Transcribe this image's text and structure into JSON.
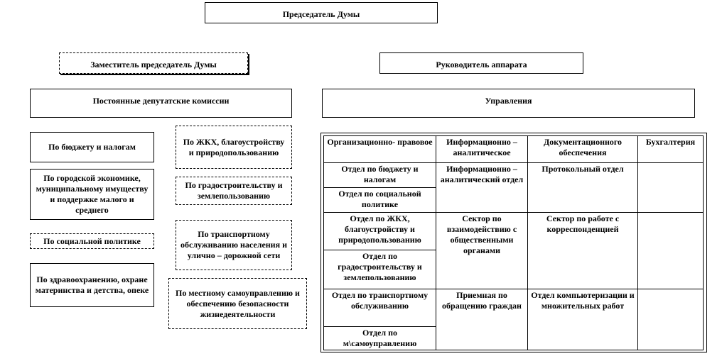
{
  "top": {
    "chair": "Председатель  Думы",
    "deputy": "Заместитель  председатель  Думы",
    "head_apparatus": "Руководитель  аппарата",
    "commissions": "Постоянные  депутатские  комиссии",
    "departments": "Управления"
  },
  "commissions_left": [
    "По  бюджету  и  налогам",
    "По  городской  экономике,  муниципальному  имуществу  и  поддержке  малого  и  среднего",
    "По  социальной  политике",
    "По  здравоохранению,  охране  материнства  и  детства,  опеке"
  ],
  "commissions_right": [
    "По  ЖКХ,  благоустройству  и  природопользованию",
    "По  градостроительству  и  землепользованию",
    "По  транспортному  обслуживанию  населения  и  улично  –  дорожной  сети",
    "По  местному  самоуправлению  и  обеспечению  безопасности  жизнедеятельности"
  ],
  "table": {
    "headers": [
      "Организационно-  правовое",
      "Информационно  –  аналитическое",
      "Документационного  обеспечения",
      "Бухгалтерия"
    ],
    "col1": [
      "Отдел  по  бюджету  и  налогам",
      "Отдел  по  социальной  политике",
      "Отдел  по  ЖКХ,  благоустройству  и  природопользованию",
      "Отдел  по  градостроительству  и  землепользованию",
      "Отдел  по  транспортному  обслуживанию",
      "Отдел  по  м\\самоуправлению"
    ],
    "col2": [
      "Информационно  –  аналитический  отдел",
      "Сектор  по  взаимодействию  с  общественными  органами",
      "Приемная  по  обращению  граждан"
    ],
    "col3": [
      "Протокольный  отдел",
      "Сектор  по  работе  с  корреспонденцией",
      "Отдел  компьютеризации  и  множительных  работ"
    ]
  }
}
